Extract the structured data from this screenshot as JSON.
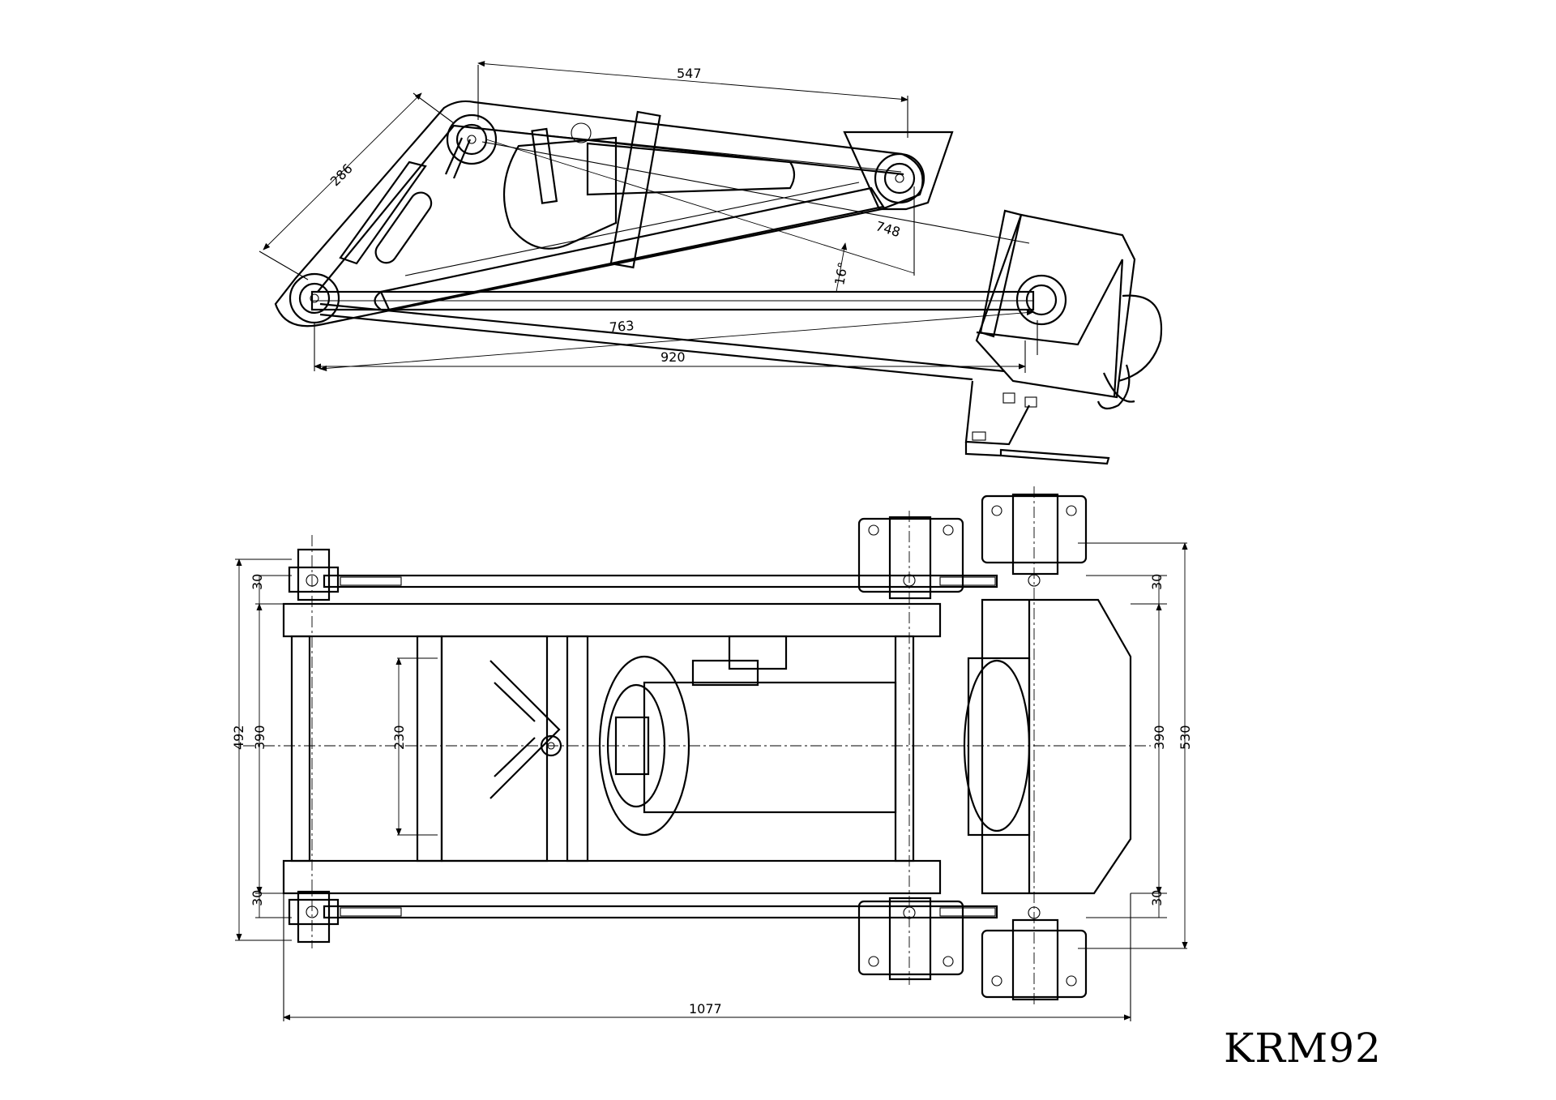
{
  "title": "KRM92",
  "side_view": {
    "dimensions": {
      "top_span": "547",
      "arm": "286",
      "diag": "748",
      "angle": "16°",
      "lower": "763",
      "overall": "920"
    }
  },
  "plan_view": {
    "dimensions": {
      "left_total": "492",
      "left_inner": "390",
      "left_top": "30",
      "left_bottom": "30",
      "inner_cylinder": "230",
      "right_total": "530",
      "right_inner": "390",
      "right_top": "30",
      "right_bottom": "30",
      "length": "1077"
    }
  }
}
